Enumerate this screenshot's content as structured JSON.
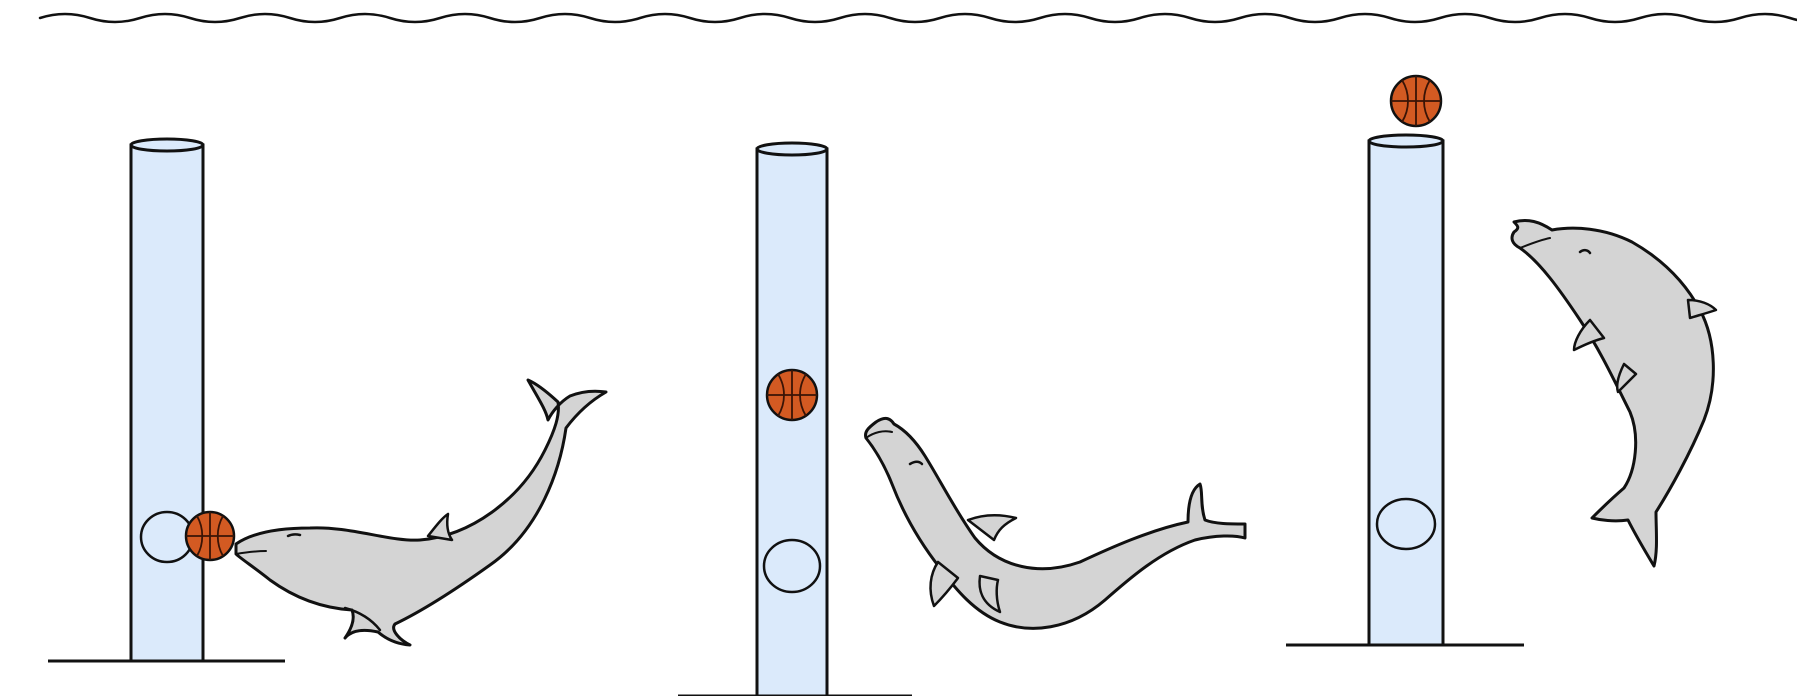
{
  "colors": {
    "outline": "#111111",
    "tube_fill": "#dbeafb",
    "dolphin_fill": "#d4d4d4",
    "ball_fill": "#d35a22",
    "ball_seams": "#3a1406",
    "water": "#111111"
  },
  "panels": [
    {
      "id": "panel-1",
      "ball_position": "at-tube-hole",
      "dolphin_pose": "pushing-ball"
    },
    {
      "id": "panel-2",
      "ball_position": "inside-tube",
      "dolphin_pose": "rising"
    },
    {
      "id": "panel-3",
      "ball_position": "above-tube",
      "dolphin_pose": "leaping"
    }
  ]
}
